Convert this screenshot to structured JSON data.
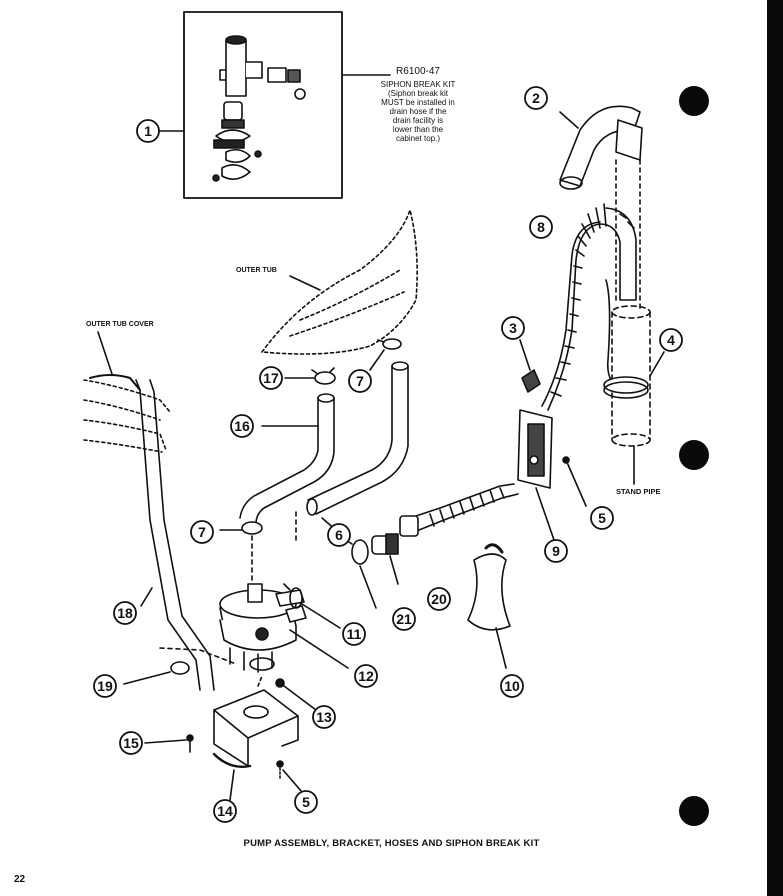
{
  "kit": {
    "part_number": "R6100-47",
    "note_lines": [
      "SIPHON BREAK KIT",
      "(Siphon break kit",
      "MUST be installed in",
      "drain hose if the",
      "drain facility is",
      "lower than the",
      "cabinet top.)"
    ]
  },
  "labels": {
    "outer_tub": "OUTER TUB",
    "outer_tub_cover": "OUTER TUB COVER",
    "stand_pipe": "STAND PIPE"
  },
  "callouts": [
    "1",
    "2",
    "3",
    "4",
    "5",
    "5",
    "6",
    "7",
    "7",
    "8",
    "9",
    "10",
    "11",
    "12",
    "13",
    "14",
    "15",
    "16",
    "17",
    "18",
    "19",
    "20",
    "21"
  ],
  "caption": "PUMP ASSEMBLY, BRACKET, HOSES AND SIPHON BREAK KIT",
  "page_number": "22",
  "colors": {
    "ink": "#111111",
    "paper": "#ffffff",
    "edge": "#0a0a0a"
  }
}
